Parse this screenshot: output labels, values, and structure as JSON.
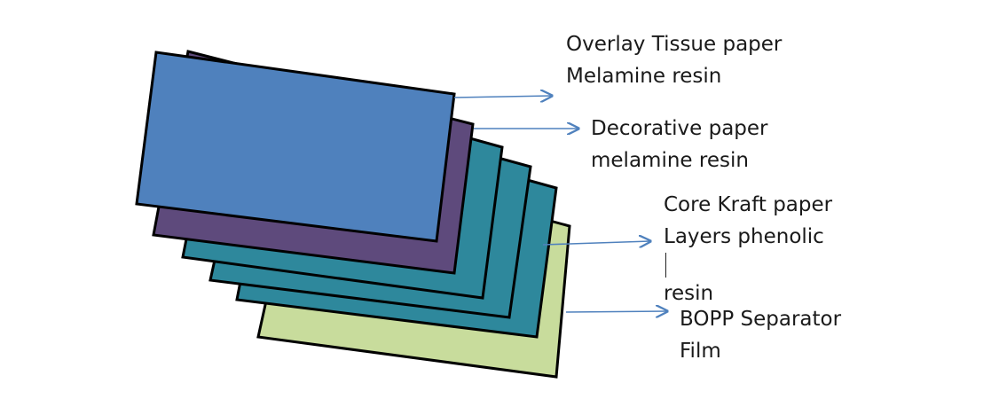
{
  "diagram": {
    "layers": [
      {
        "name": "separator-film",
        "color": "#c8dc9c"
      },
      {
        "name": "core-kraft-4",
        "color": "#2e889c"
      },
      {
        "name": "core-kraft-3",
        "color": "#2e889c"
      },
      {
        "name": "core-kraft-2",
        "color": "#2e889c"
      },
      {
        "name": "decorative-paper",
        "color": "#5e4a7c"
      },
      {
        "name": "overlay-tissue",
        "color": "#4f81bd"
      }
    ],
    "outline_color": "#000000",
    "arrow_color": "#4f81bd",
    "labels": {
      "overlay": {
        "line1": "Overlay Tissue paper",
        "line2": "Melamine resin"
      },
      "decorative": {
        "line1": "Decorative paper",
        "line2": "melamine resin"
      },
      "core": {
        "line1": "Core Kraft paper",
        "line2": "Layers phenolic",
        "line3": "resin"
      },
      "bopp": {
        "line1": "BOPP Separator",
        "line2": "Film"
      }
    }
  }
}
